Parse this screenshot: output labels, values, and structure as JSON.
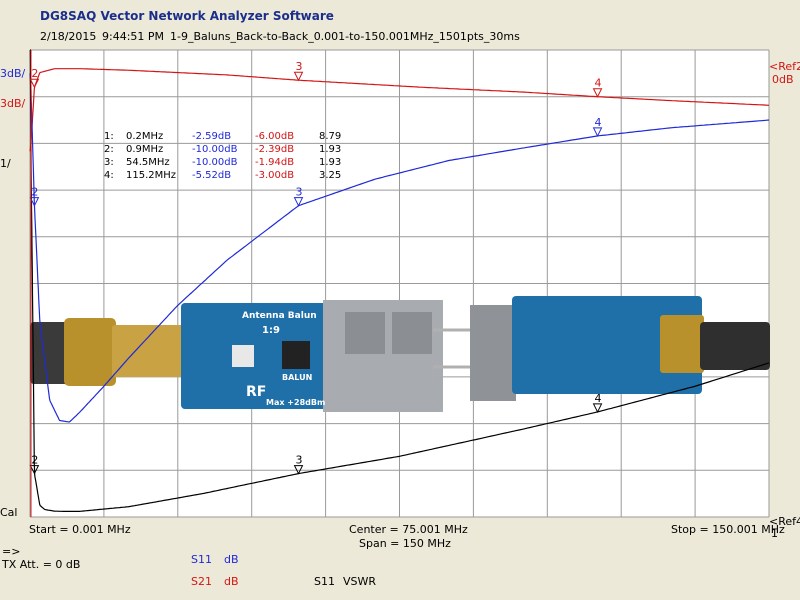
{
  "app_title": "DG8SAQ Vector Network Analyzer Software",
  "header": {
    "date": "2/18/2015",
    "time": "9:44:51 PM",
    "file": "1-9_Baluns_Back-to-Back_0.001-to-150.001MHz_1501pts_30ms"
  },
  "left_labels": {
    "top": "3dB/",
    "second": "3dB/",
    "vswr": "1/",
    "bottom": "Cal"
  },
  "right_labels": {
    "ref2": "<Ref2",
    "ref2_value": "0dB",
    "ref4": "<Ref4",
    "ref4_value": "1"
  },
  "freq": {
    "start": "Start = 0.001 MHz",
    "center": "Center = 75.001 MHz",
    "span": "Span = 150 MHz",
    "stop": "Stop = 150.001 MHz"
  },
  "footer": {
    "arrow": "=>",
    "tx_att": "TX Att.  = 0 dB",
    "s11": "S11",
    "s11_unit": "dB",
    "s21": "S21",
    "s21_unit": "dB",
    "s11_vswr": "S11",
    "vswr_unit": "VSWR"
  },
  "markers_table": [
    {
      "id": "1:",
      "freq": "0.2MHz",
      "s11": "-2.59dB",
      "s21": "-6.00dB",
      "vswr": "8.79"
    },
    {
      "id": "2:",
      "freq": "0.9MHz",
      "s11": "-10.00dB",
      "s21": "-2.39dB",
      "vswr": "1.93"
    },
    {
      "id": "3:",
      "freq": "54.5MHz",
      "s11": "-10.00dB",
      "s21": "-1.94dB",
      "vswr": "1.93"
    },
    {
      "id": "4:",
      "freq": "115.2MHz",
      "s11": "-5.52dB",
      "s21": "-3.00dB",
      "vswr": "3.25"
    }
  ],
  "photo_labels": {
    "line1": "Antenna Balun",
    "line2": "1:9",
    "line3": "BALUN",
    "line4": "RF",
    "line5": "Max +28dBm"
  },
  "colors": {
    "s11": "#1f2ad6",
    "s21": "#d31515",
    "vswr": "#000000",
    "grid": "#9a9a9a",
    "board": "#1f6fa8"
  },
  "chart_data": {
    "type": "line",
    "x_unit": "MHz",
    "xlim": [
      0.001,
      150.001
    ],
    "grid": true,
    "series": [
      {
        "name": "S21",
        "unit": "dB",
        "color": "#d31515",
        "x": [
          0.001,
          0.2,
          0.9,
          2,
          5,
          10,
          20,
          40,
          54.5,
          80,
          100,
          115.2,
          130,
          150.001
        ],
        "y": [
          -6.5,
          -6.0,
          -2.39,
          -1.45,
          -1.2,
          -1.2,
          -1.3,
          -1.6,
          -1.94,
          -2.4,
          -2.7,
          -3.0,
          -3.25,
          -3.55
        ]
      },
      {
        "name": "S11",
        "unit": "dB",
        "color": "#1f2ad6",
        "x": [
          0.001,
          0.2,
          0.9,
          2,
          4,
          6,
          8,
          10,
          15,
          20,
          30,
          40,
          54.5,
          70,
          85,
          100,
          115.2,
          130,
          150.001
        ],
        "y": [
          -1.5,
          -2.59,
          -10.0,
          -17.5,
          -22.5,
          -23.8,
          -23.9,
          -23.3,
          -21.6,
          -19.8,
          -16.4,
          -13.5,
          -10.0,
          -8.3,
          -7.1,
          -6.3,
          -5.52,
          -5.0,
          -4.5
        ]
      },
      {
        "name": "S11",
        "unit": "VSWR",
        "color": "#000000",
        "x": [
          0.001,
          0.2,
          0.9,
          2,
          3,
          5,
          7,
          10,
          20,
          35,
          54.5,
          75,
          100,
          115.2,
          135,
          150.001
        ],
        "y": [
          12,
          8.79,
          1.93,
          1.25,
          1.16,
          1.125,
          1.12,
          1.12,
          1.22,
          1.5,
          1.93,
          2.3,
          2.88,
          3.25,
          3.8,
          4.3
        ]
      }
    ],
    "markers": [
      {
        "id": "1",
        "x": 0.2
      },
      {
        "id": "2",
        "x": 0.9
      },
      {
        "id": "3",
        "x": 54.5
      },
      {
        "id": "4",
        "x": 115.2
      }
    ]
  }
}
